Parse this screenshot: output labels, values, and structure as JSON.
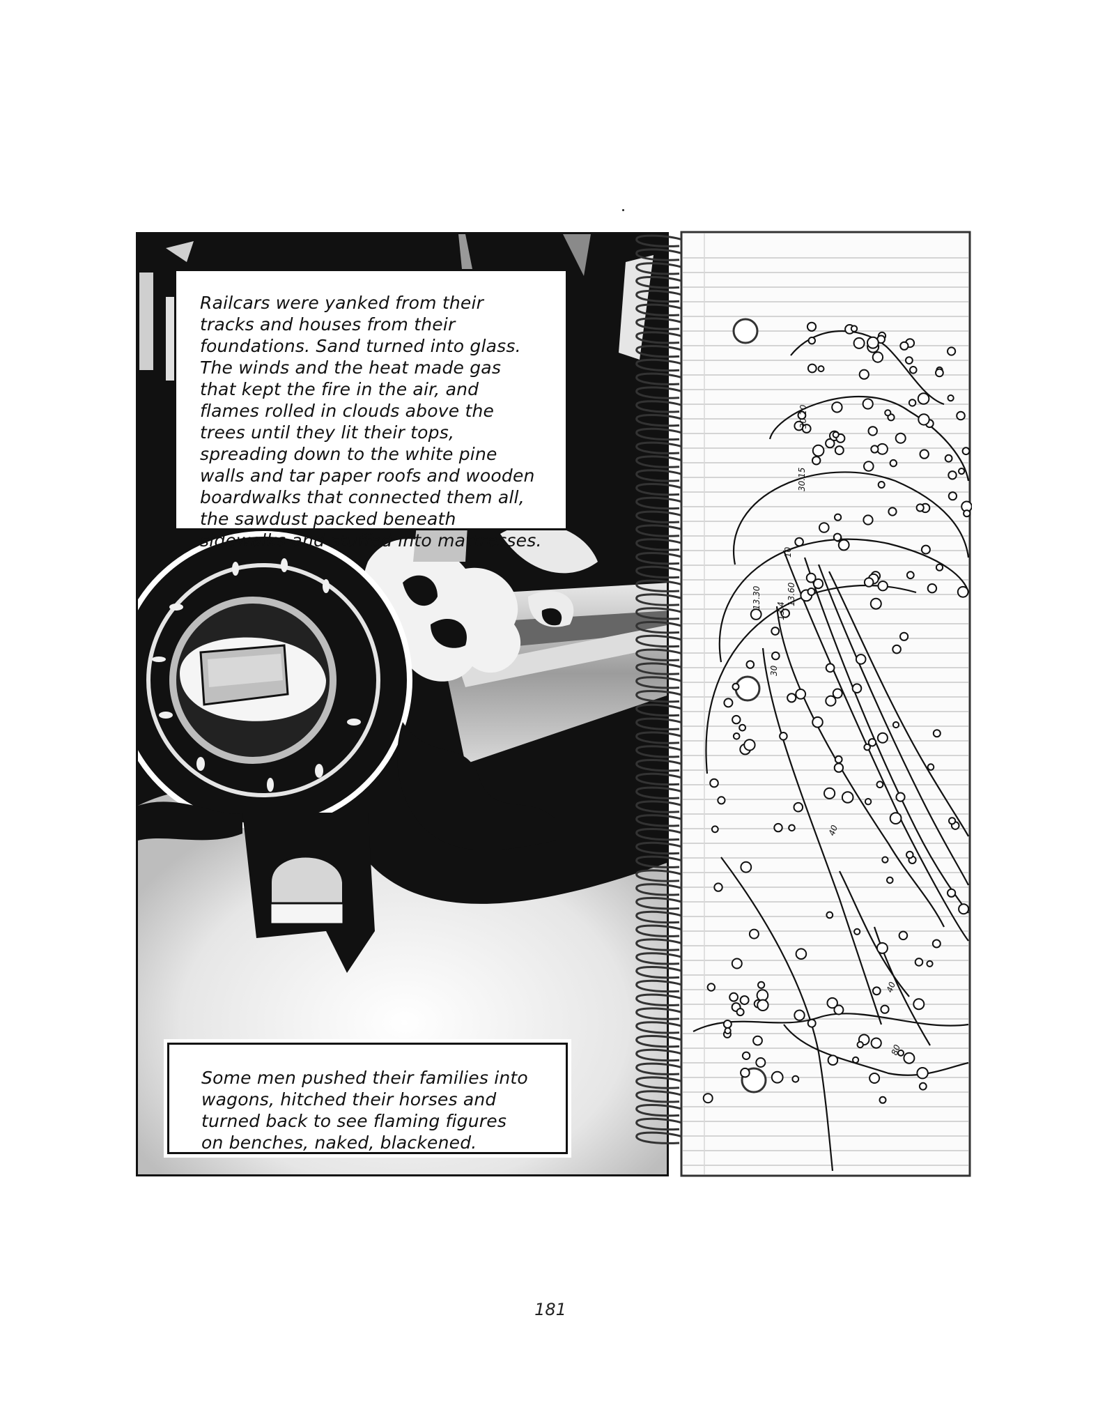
{
  "captions": {
    "top": "Railcars were yanked from their tracks and houses from their foundations. Sand turned into glass. The winds and the heat made gas that kept the fire in the air, and flames rolled in clouds above the trees until they lit their tops, spreading down to the white pine walls and tar paper roofs and wooden boardwalks that connected them all, the sawdust packed beneath sidewalks and stuffed into mattresses.",
    "bottom": "Some men pushed their families into wagons, hitched their horses and turned back to see flaming figures on benches, naked, blackened."
  },
  "map_labels": [
    "30.20",
    "30.15",
    "13.30",
    "13.4",
    "13.60",
    "10",
    "30",
    "40",
    "40",
    "80"
  ],
  "page_number": "181",
  "colors": {
    "ink": "#111111",
    "paper": "#ffffff",
    "rule_line": "#c8c8c8",
    "gray": "#9a9a9a"
  }
}
